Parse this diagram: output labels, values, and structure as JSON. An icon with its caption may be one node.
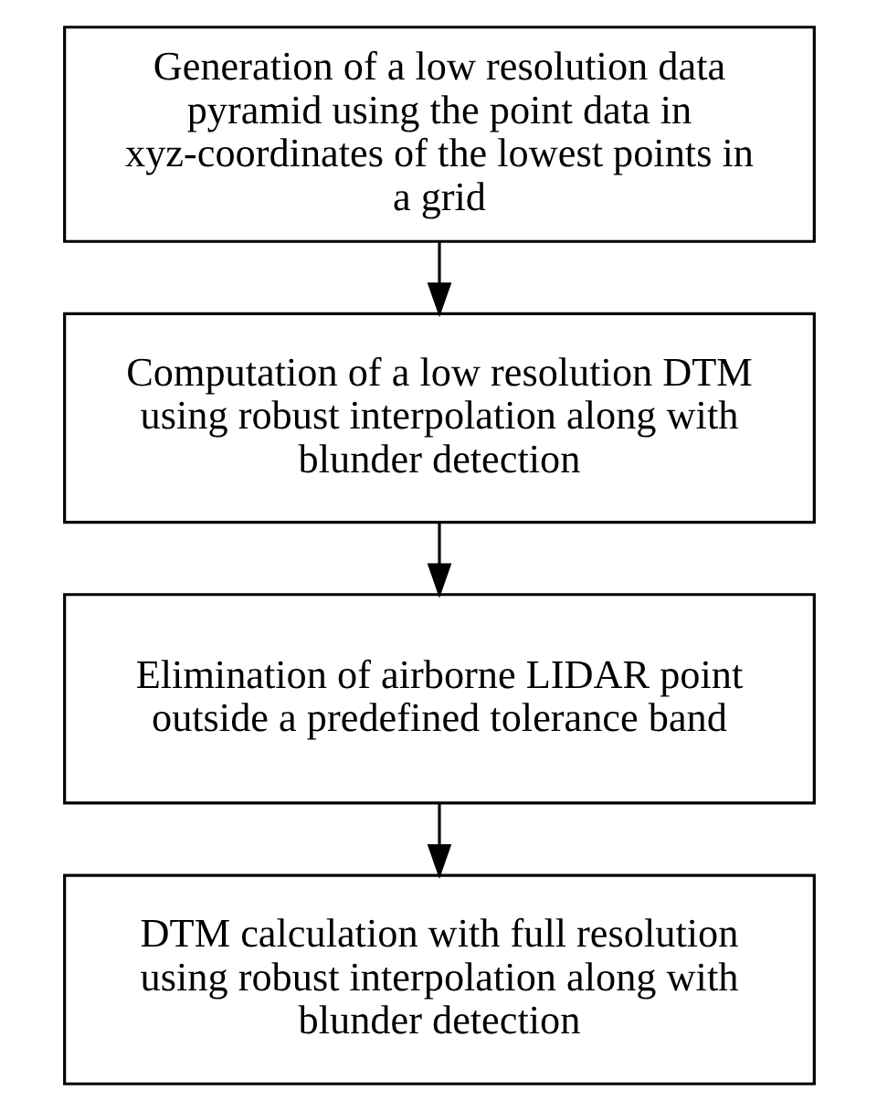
{
  "diagram": {
    "nodes": [
      {
        "text": [
          "Generation of a low resolution data pyramid using the point data in xyz-coordinates of the lowest points in a grid"
        ]
      },
      {
        "text": [
          "Computation of a low resolution DTM using robust interpolation along with blunder detection"
        ]
      },
      {
        "text": [
          "Elimination of airborne LIDAR point outside a predefined tolerance band"
        ]
      },
      {
        "text": [
          "DTM calculation with full resolution using robust interpolation along with blunder detection"
        ]
      }
    ],
    "edges": [
      {
        "from": 0,
        "to": 1,
        "arrow": "to"
      },
      {
        "from": 1,
        "to": 2,
        "arrow": "to"
      },
      {
        "from": 2,
        "to": 3,
        "arrow": "to"
      }
    ]
  }
}
